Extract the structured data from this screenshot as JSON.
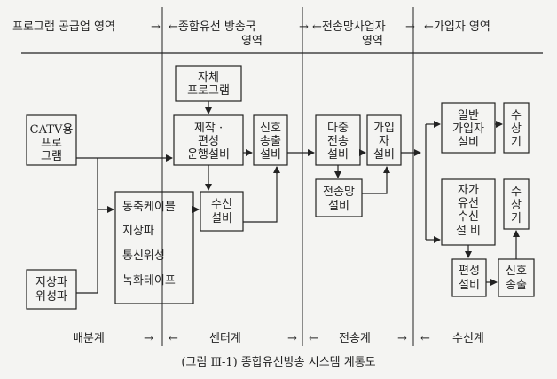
{
  "header": {
    "program_supply_area": "프로그램 공급업 영역",
    "arrow_left_1": "→",
    "cable_operator_area_line1": "←종합유선 방송국",
    "cable_operator_area_line2": "영역",
    "arrow_left_2": "→",
    "transmission_area_line1": "←전송망사업자",
    "transmission_area_line2": "영역",
    "arrow_left_3": "→",
    "subscriber_area": "←가입자 영역"
  },
  "boxes": {
    "catv_program": "CATV용 프로 그램",
    "terrestrial_satellite": "지상파 위성파",
    "distribution_media": [
      "동축케이블",
      "지상파",
      "통신위성",
      "녹화테이프"
    ],
    "own_program": "자체 프로그램",
    "production_equipment": "제작 · 편성 운행설비",
    "signal_output": "신호 송출 설비",
    "receiving_equipment": "수신 설비",
    "multi_transmission": "다중 전송 설비",
    "subscriber_equipment": "가입 자 설비",
    "transmission_network": "전송망 설비",
    "general_subscriber": "일반 가입자 설비",
    "receiver_1": "수 상 기",
    "self_receiving": "자가 유선 수신 설 비",
    "receiver_2": "수 상 기",
    "editing_equipment": "편성 설비",
    "signal_output_2": "신호 송출"
  },
  "footer": {
    "distribution_system": "배분계",
    "center_system": "센터계",
    "transmission_system": "전송계",
    "receiving_system": "수신계",
    "arrow_1": "→",
    "arrow_2": "←",
    "arrow_3": "→",
    "arrow_4": "←",
    "arrow_5": "→",
    "arrow_6": "←"
  },
  "caption": "(그림 Ⅲ-1) 종합유선방송 시스템 계통도"
}
